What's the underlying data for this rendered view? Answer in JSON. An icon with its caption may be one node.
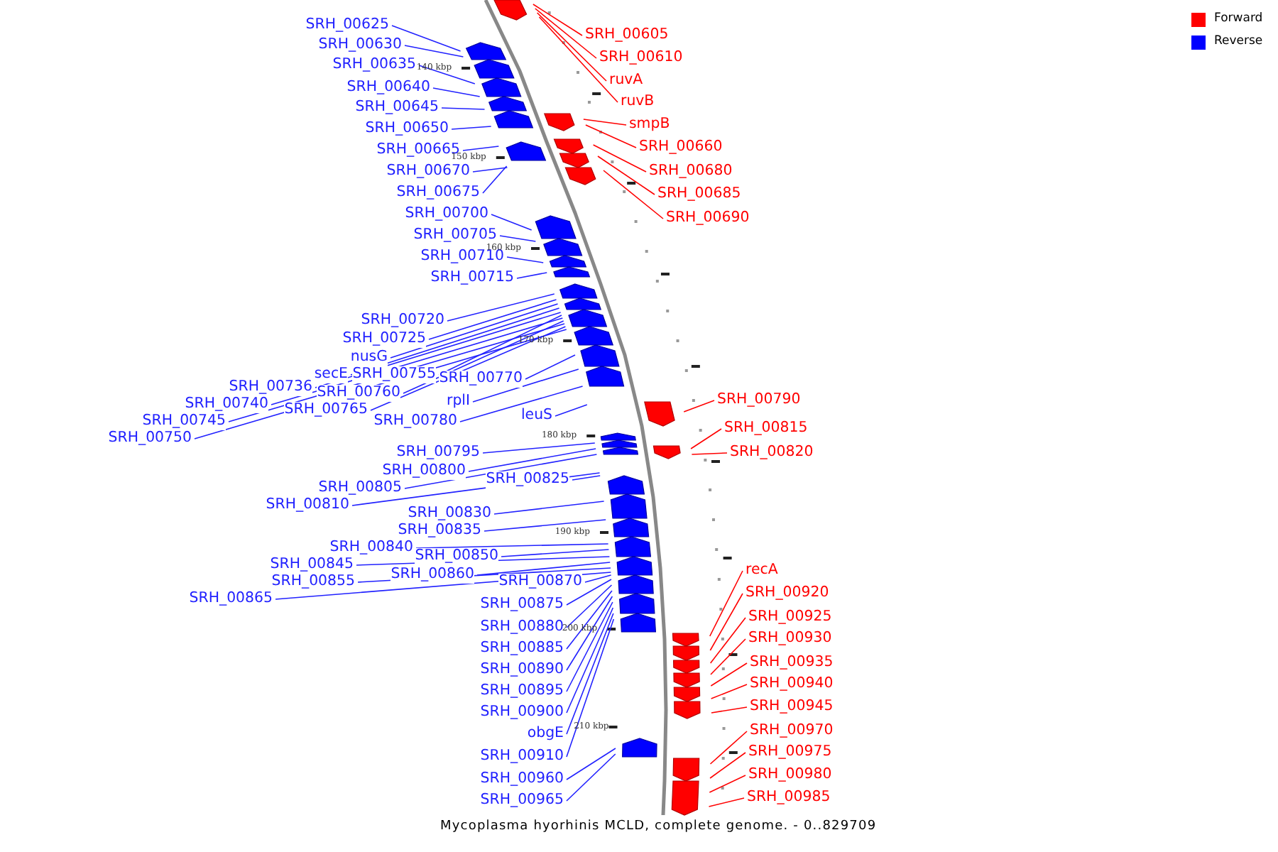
{
  "diagram": {
    "caption": "Mycoplasma hyorhinis MCLD, complete genome. - 0..829709",
    "nodes": [
      {
        "text": [
          "SRH_00625"
        ]
      },
      {
        "text": [
          "SRH_00630"
        ]
      },
      {
        "text": [
          "SRH_00635"
        ]
      },
      {
        "text": [
          "SRH_00640"
        ]
      },
      {
        "text": [
          "SRH_00645"
        ]
      },
      {
        "text": [
          "SRH_00650"
        ]
      },
      {
        "text": [
          "SRH_00665"
        ]
      },
      {
        "text": [
          "SRH_00670"
        ]
      },
      {
        "text": [
          "SRH_00675"
        ]
      },
      {
        "text": [
          "SRH_00700"
        ]
      },
      {
        "text": [
          "SRH_00705"
        ]
      },
      {
        "text": [
          "SRH_00710"
        ]
      },
      {
        "text": [
          "SRH_00715"
        ]
      },
      {
        "text": [
          "SRH_00720"
        ]
      },
      {
        "text": [
          "SRH_00725"
        ]
      },
      {
        "text": [
          "nusG"
        ]
      },
      {
        "text": [
          "secE"
        ]
      },
      {
        "text": [
          "SRH_00755"
        ]
      },
      {
        "text": [
          "SRH_00736"
        ]
      },
      {
        "text": [
          "SRH_00760"
        ]
      },
      {
        "text": [
          "SRH_00740"
        ]
      },
      {
        "text": [
          "SRH_00765"
        ]
      },
      {
        "text": [
          "SRH_00745"
        ]
      },
      {
        "text": [
          "SRH_00750"
        ]
      },
      {
        "text": [
          "SRH_00770"
        ]
      },
      {
        "text": [
          "rplI"
        ]
      },
      {
        "text": [
          "SRH_00780"
        ]
      },
      {
        "text": [
          "leuS"
        ]
      },
      {
        "text": [
          "SRH_00795"
        ]
      },
      {
        "text": [
          "SRH_00800"
        ]
      },
      {
        "text": [
          "SRH_00825"
        ]
      },
      {
        "text": [
          "SRH_00805"
        ]
      },
      {
        "text": [
          "SRH_00810"
        ]
      },
      {
        "text": [
          "SRH_00830"
        ]
      },
      {
        "text": [
          "SRH_00835"
        ]
      },
      {
        "text": [
          "SRH_00840"
        ]
      },
      {
        "text": [
          "SRH_00850"
        ]
      },
      {
        "text": [
          "SRH_00845"
        ]
      },
      {
        "text": [
          "SRH_00860"
        ]
      },
      {
        "text": [
          "SRH_00870"
        ]
      },
      {
        "text": [
          "SRH_00855"
        ]
      },
      {
        "text": [
          "SRH_00865"
        ]
      },
      {
        "text": [
          "SRH_00875"
        ]
      },
      {
        "text": [
          "SRH_00880"
        ]
      },
      {
        "text": [
          "SRH_00885"
        ]
      },
      {
        "text": [
          "SRH_00890"
        ]
      },
      {
        "text": [
          "SRH_00895"
        ]
      },
      {
        "text": [
          "SRH_00900"
        ]
      },
      {
        "text": [
          "obgE"
        ]
      },
      {
        "text": [
          "SRH_00910"
        ]
      },
      {
        "text": [
          "SRH_00960"
        ]
      },
      {
        "text": [
          "SRH_00965"
        ]
      },
      {
        "text": [
          "SRH_00605"
        ]
      },
      {
        "text": [
          "SRH_00610"
        ]
      },
      {
        "text": [
          "ruvA"
        ]
      },
      {
        "text": [
          "ruvB"
        ]
      },
      {
        "text": [
          "smpB"
        ]
      },
      {
        "text": [
          "SRH_00660"
        ]
      },
      {
        "text": [
          "SRH_00680"
        ]
      },
      {
        "text": [
          "SRH_00685"
        ]
      },
      {
        "text": [
          "SRH_00690"
        ]
      },
      {
        "text": [
          "SRH_00790"
        ]
      },
      {
        "text": [
          "SRH_00815"
        ]
      },
      {
        "text": [
          "SRH_00820"
        ]
      },
      {
        "text": [
          "recA"
        ]
      },
      {
        "text": [
          "SRH_00920"
        ]
      },
      {
        "text": [
          "SRH_00925"
        ]
      },
      {
        "text": [
          "SRH_00930"
        ]
      },
      {
        "text": [
          "SRH_00935"
        ]
      },
      {
        "text": [
          "SRH_00940"
        ]
      },
      {
        "text": [
          "SRH_00945"
        ]
      },
      {
        "text": [
          "SRH_00970"
        ]
      },
      {
        "text": [
          "SRH_00975"
        ]
      },
      {
        "text": [
          "SRH_00980"
        ]
      },
      {
        "text": [
          "SRH_00985"
        ]
      }
    ],
    "edges": [
      {
        "from": 0,
        "to": null,
        "arrow": "none"
      },
      {
        "from": 1,
        "to": null,
        "arrow": "none"
      },
      {
        "from": 2,
        "to": null,
        "arrow": "none"
      },
      {
        "from": 3,
        "to": null,
        "arrow": "none"
      },
      {
        "from": 4,
        "to": null,
        "arrow": "none"
      },
      {
        "from": 5,
        "to": null,
        "arrow": "none"
      },
      {
        "from": 6,
        "to": null,
        "arrow": "none"
      },
      {
        "from": 7,
        "to": null,
        "arrow": "none"
      },
      {
        "from": 8,
        "to": null,
        "arrow": "none"
      },
      {
        "from": 9,
        "to": null,
        "arrow": "none"
      },
      {
        "from": 10,
        "to": null,
        "arrow": "none"
      },
      {
        "from": 11,
        "to": null,
        "arrow": "none"
      },
      {
        "from": 12,
        "to": null,
        "arrow": "none"
      },
      {
        "from": 13,
        "to": null,
        "arrow": "none"
      },
      {
        "from": 14,
        "to": null,
        "arrow": "none"
      },
      {
        "from": 15,
        "to": null,
        "arrow": "none"
      },
      {
        "from": 16,
        "to": null,
        "arrow": "none"
      },
      {
        "from": 17,
        "to": null,
        "arrow": "none"
      },
      {
        "from": 18,
        "to": null,
        "arrow": "none"
      },
      {
        "from": 19,
        "to": null,
        "arrow": "none"
      },
      {
        "from": 20,
        "to": null,
        "arrow": "none"
      },
      {
        "from": 21,
        "to": null,
        "arrow": "none"
      },
      {
        "from": 22,
        "to": null,
        "arrow": "none"
      },
      {
        "from": 23,
        "to": null,
        "arrow": "none"
      },
      {
        "from": 24,
        "to": null,
        "arrow": "none"
      },
      {
        "from": 25,
        "to": null,
        "arrow": "none"
      },
      {
        "from": 26,
        "to": null,
        "arrow": "none"
      },
      {
        "from": 27,
        "to": null,
        "arrow": "none"
      },
      {
        "from": 28,
        "to": null,
        "arrow": "none"
      },
      {
        "from": 29,
        "to": null,
        "arrow": "none"
      },
      {
        "from": 30,
        "to": null,
        "arrow": "none"
      },
      {
        "from": 31,
        "to": null,
        "arrow": "none"
      },
      {
        "from": 32,
        "to": null,
        "arrow": "none"
      },
      {
        "from": 33,
        "to": null,
        "arrow": "none"
      },
      {
        "from": 34,
        "to": null,
        "arrow": "none"
      },
      {
        "from": 35,
        "to": null,
        "arrow": "none"
      },
      {
        "from": 36,
        "to": null,
        "arrow": "none"
      },
      {
        "from": 37,
        "to": null,
        "arrow": "none"
      },
      {
        "from": 38,
        "to": null,
        "arrow": "none"
      },
      {
        "from": 39,
        "to": null,
        "arrow": "none"
      },
      {
        "from": 40,
        "to": null,
        "arrow": "none"
      },
      {
        "from": 41,
        "to": null,
        "arrow": "none"
      },
      {
        "from": 42,
        "to": null,
        "arrow": "none"
      },
      {
        "from": 43,
        "to": null,
        "arrow": "none"
      },
      {
        "from": 44,
        "to": null,
        "arrow": "none"
      },
      {
        "from": 45,
        "to": null,
        "arrow": "none"
      },
      {
        "from": 46,
        "to": null,
        "arrow": "none"
      },
      {
        "from": 47,
        "to": null,
        "arrow": "none"
      },
      {
        "from": 48,
        "to": null,
        "arrow": "none"
      },
      {
        "from": 49,
        "to": null,
        "arrow": "none"
      },
      {
        "from": 50,
        "to": null,
        "arrow": "none"
      },
      {
        "from": 51,
        "to": null,
        "arrow": "none"
      },
      {
        "from": 52,
        "to": null,
        "arrow": "none",
        "color": "#ff0000"
      },
      {
        "from": 53,
        "to": null,
        "arrow": "none",
        "color": "#ff0000"
      },
      {
        "from": 54,
        "to": null,
        "arrow": "none",
        "color": "#ff0000"
      },
      {
        "from": 55,
        "to": null,
        "arrow": "none",
        "color": "#ff0000"
      },
      {
        "from": 56,
        "to": null,
        "arrow": "none",
        "color": "#ff0000"
      },
      {
        "from": 57,
        "to": null,
        "arrow": "none",
        "color": "#ff0000"
      },
      {
        "from": 58,
        "to": null,
        "arrow": "none",
        "color": "#ff0000"
      },
      {
        "from": 59,
        "to": null,
        "arrow": "none",
        "color": "#ff0000"
      },
      {
        "from": 60,
        "to": null,
        "arrow": "none",
        "color": "#ff0000"
      },
      {
        "from": 61,
        "to": null,
        "arrow": "none",
        "color": "#ff0000"
      },
      {
        "from": 62,
        "to": null,
        "arrow": "none",
        "color": "#ff0000"
      },
      {
        "from": 63,
        "to": null,
        "arrow": "none",
        "color": "#ff0000"
      },
      {
        "from": 64,
        "to": null,
        "arrow": "none",
        "color": "#ff0000"
      },
      {
        "from": 65,
        "to": null,
        "arrow": "none",
        "color": "#ff0000"
      },
      {
        "from": 66,
        "to": null,
        "arrow": "none",
        "color": "#ff0000"
      },
      {
        "from": 67,
        "to": null,
        "arrow": "none",
        "color": "#ff0000"
      },
      {
        "from": 68,
        "to": null,
        "arrow": "none",
        "color": "#ff0000"
      },
      {
        "from": 69,
        "to": null,
        "arrow": "none",
        "color": "#ff0000"
      },
      {
        "from": 70,
        "to": null,
        "arrow": "none",
        "color": "#ff0000"
      },
      {
        "from": 71,
        "to": null,
        "arrow": "none",
        "color": "#ff0000"
      },
      {
        "from": 72,
        "to": null,
        "arrow": "none",
        "color": "#ff0000"
      },
      {
        "from": 73,
        "to": null,
        "arrow": "none",
        "color": "#ff0000"
      },
      {
        "from": 74,
        "to": null,
        "arrow": "none",
        "color": "#ff0000"
      }
    ],
    "labels": [
      "140 kbp",
      "150 kbp",
      "160 kbp",
      "170 kbp",
      "180 kbp",
      "190 kbp",
      "200 kbp",
      "210 kbp"
    ],
    "legend": [
      {
        "text": "Forward",
        "color": "#ff0000"
      },
      {
        "text": "Reverse",
        "color": "#0000ff"
      }
    ]
  }
}
